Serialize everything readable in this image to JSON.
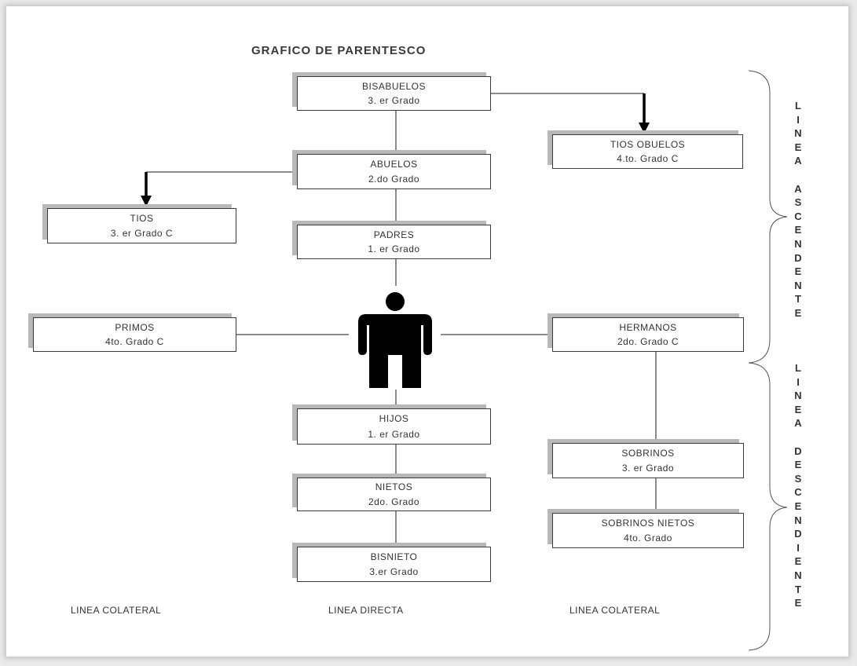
{
  "title": "GRAFICO DE PARENTESCO",
  "nodes": {
    "bisabuelos": {
      "name": "BISABUELOS",
      "grade": "3. er Grado"
    },
    "tios_obuelos": {
      "name": "TIOS OBUELOS",
      "grade": "4.to. Grado C"
    },
    "abuelos": {
      "name": "ABUELOS",
      "grade": "2.do Grado"
    },
    "tios": {
      "name": "TIOS",
      "grade": "3. er Grado C"
    },
    "padres": {
      "name": "PADRES",
      "grade": "1. er Grado"
    },
    "primos": {
      "name": "PRIMOS",
      "grade": "4to. Grado C"
    },
    "hermanos": {
      "name": "HERMANOS",
      "grade": "2do. Grado C"
    },
    "hijos": {
      "name": "HIJOS",
      "grade": "1. er Grado"
    },
    "sobrinos": {
      "name": "SOBRINOS",
      "grade": "3. er Grado"
    },
    "nietos": {
      "name": "NIETOS",
      "grade": "2do. Grado"
    },
    "sobrinos_nietos": {
      "name": "SOBRINOS NIETOS",
      "grade": "4to. Grado"
    },
    "bisnieto": {
      "name": "BISNIETO",
      "grade": "3.er Grado"
    }
  },
  "footer": {
    "left": "LINEA COLATERAL",
    "center": "LINEA DIRECTA",
    "right": "LINEA COLATERAL"
  },
  "side_labels": {
    "ascendente": [
      "L",
      "I",
      "N",
      "E",
      "A",
      "",
      "A",
      "S",
      "C",
      "E",
      "N",
      "D",
      "E",
      "N",
      "T",
      "E"
    ],
    "descendiente": [
      "L",
      "I",
      "N",
      "E",
      "A",
      "",
      "D",
      "E",
      "S",
      "C",
      "E",
      "N",
      "D",
      "I",
      "E",
      "N",
      "T",
      "E"
    ]
  },
  "colors": {
    "line": "#1a1a1a",
    "shadow": "#b8b8b8",
    "person": "#000000"
  }
}
